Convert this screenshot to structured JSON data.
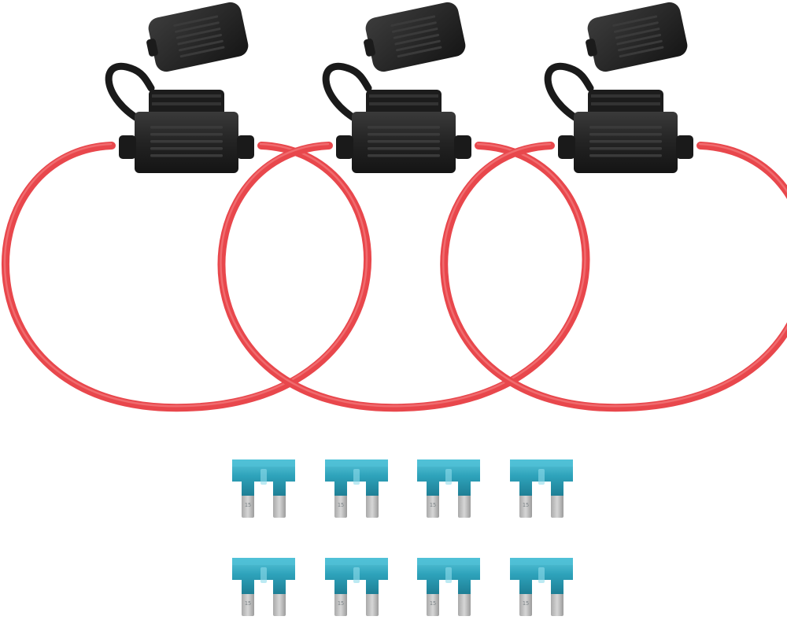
{
  "scene": {
    "background": "#ffffff",
    "subject": "inline-fuse-holder-kit"
  },
  "colors": {
    "wire": "#e8474c",
    "wire_highlight": "#f47b7e",
    "holder_body": "#202020",
    "holder_rib": "#3a3a3a",
    "fuse_body": "#2ba0b8",
    "fuse_top": "#4fc0d6",
    "fuse_blade": "#bcbcbc"
  },
  "holders": [
    {
      "name": "fuse-holder-1"
    },
    {
      "name": "fuse-holder-2"
    },
    {
      "name": "fuse-holder-3"
    }
  ],
  "fuses": {
    "count": 8,
    "rows": 2,
    "per_row": 4,
    "rating_label": "15"
  }
}
